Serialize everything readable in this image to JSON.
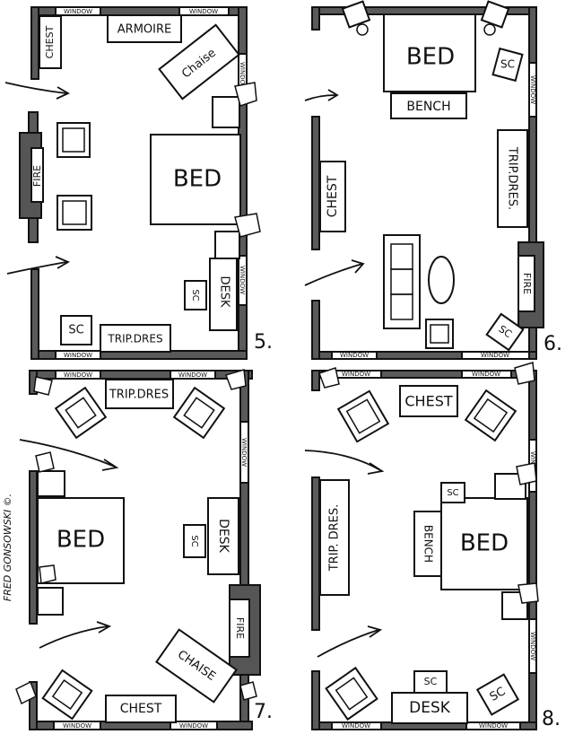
{
  "plan5": {
    "number": "5.",
    "labels": {
      "chest": "CHEST",
      "armoire": "ARMOIRE",
      "chaise": "Chaise",
      "fire": "FIRE",
      "bed": "BED",
      "desk": "DESK",
      "sc_desk": "SC",
      "sc_corner": "SC",
      "trip_dres": "TRIP.DRES",
      "window_top_left": "WINDOW",
      "window_top_right": "WINDOW",
      "window_right_top": "WINDOW",
      "window_right_bottom": "WINDOW",
      "window_bottom": "WINDOW"
    }
  },
  "plan6": {
    "number": "6.",
    "labels": {
      "bed": "BED",
      "bench": "BENCH",
      "sc_top": "SC",
      "chest": "CHEST",
      "trip_dres": "TRIP.DRES.",
      "fire": "FIRE",
      "sc_bottom": "SC",
      "window_right": "WINDOW",
      "window_bottom_left": "WINDOW",
      "window_bottom_right": "WINDOW"
    }
  },
  "plan7": {
    "number": "7.",
    "labels": {
      "trip_dres": "TRIP.DRES",
      "bed": "BED",
      "desk": "DESK",
      "sc": "SC",
      "fire": "FIRE",
      "chaise": "CHAISE",
      "chest": "CHEST",
      "window_top_left": "WINDOW",
      "window_top_right": "WINDOW",
      "window_right": "WINDOW",
      "window_bottom_left": "WINDOW",
      "window_bottom_right": "WINDOW"
    }
  },
  "plan8": {
    "number": "8.",
    "labels": {
      "chest": "CHEST",
      "trip_dres": "TRIP. DRES.",
      "sc_top": "SC",
      "bench": "BENCH",
      "bed": "BED",
      "sc_desk": "SC",
      "desk": "DESK",
      "sc_corner": "SC",
      "window_top_left": "WINDOW",
      "window_top_right": "WINDOW",
      "window_right_top": "WINDOW",
      "window_right_bottom": "WINDOW",
      "window_bottom_left": "WINDOW",
      "window_bottom_right": "WINDOW"
    }
  },
  "signature": "FRED GONSOWSKI ©."
}
